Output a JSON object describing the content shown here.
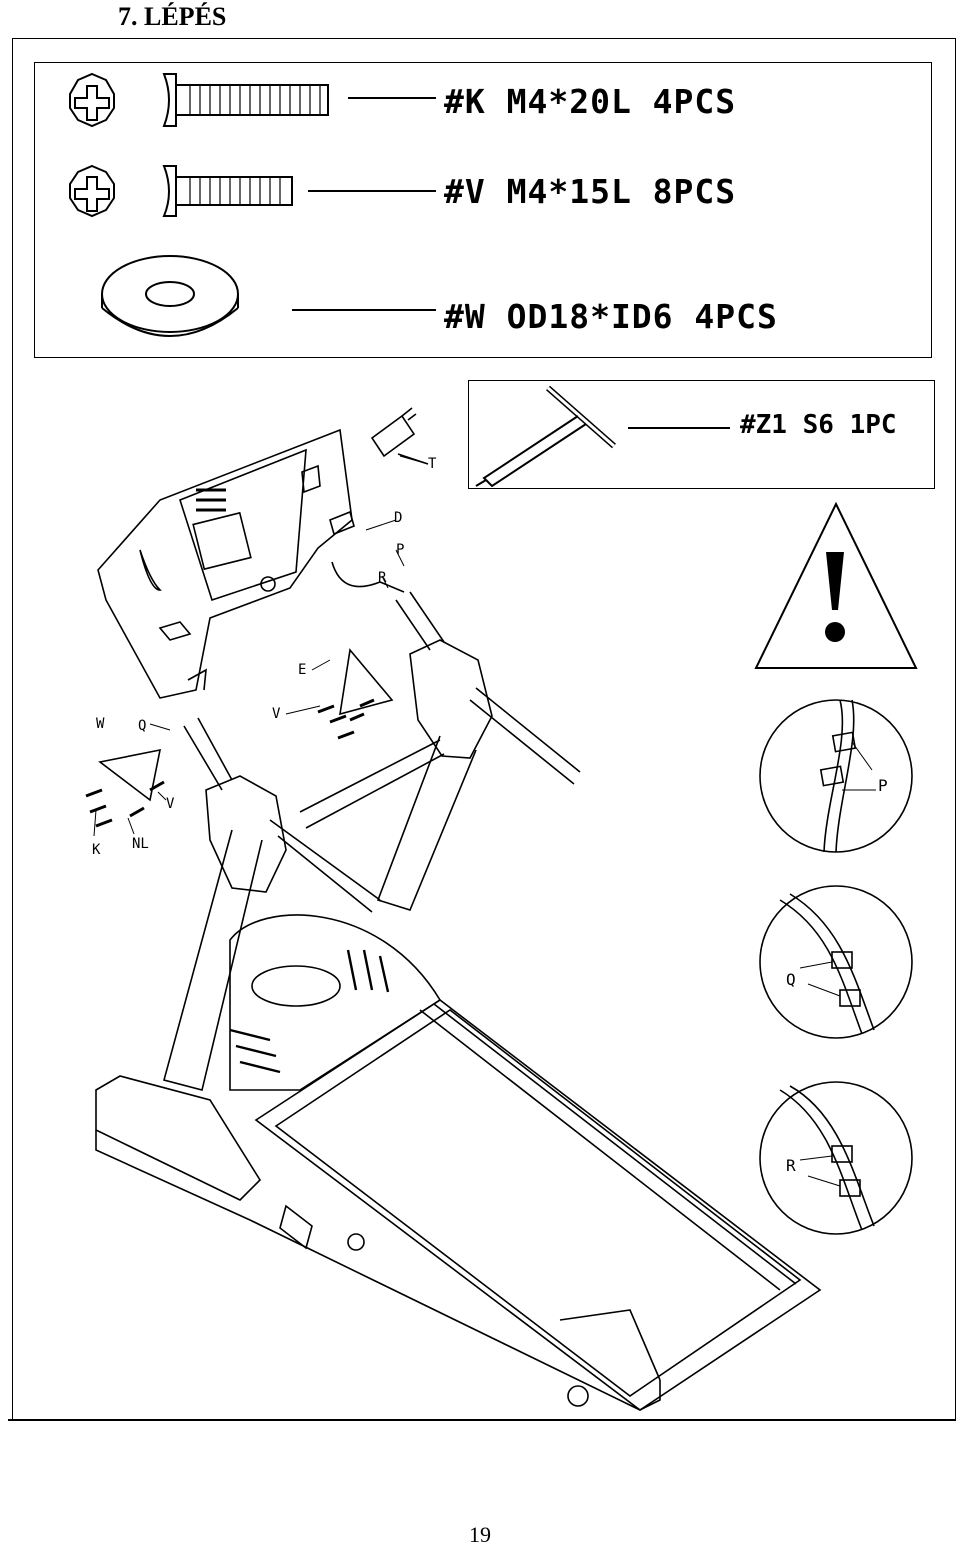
{
  "step_title": "7. LÉPÉS",
  "parts": [
    {
      "label": "#K M4*20L 4PCS"
    },
    {
      "label": "#V M4*15L 8PCS"
    },
    {
      "label": "#W OD18*ID6 4PCS"
    }
  ],
  "tool": {
    "label": "#Z1 S6 1PC"
  },
  "diagram_labels": {
    "T": "T",
    "D": "D",
    "P": "P",
    "R": "R",
    "E": "E",
    "V": "V",
    "W": "W",
    "Q": "Q",
    "K": "K",
    "NL": "NL"
  },
  "detail_labels": {
    "P": "P",
    "Q": "Q",
    "R": "R"
  },
  "page_number": "19"
}
